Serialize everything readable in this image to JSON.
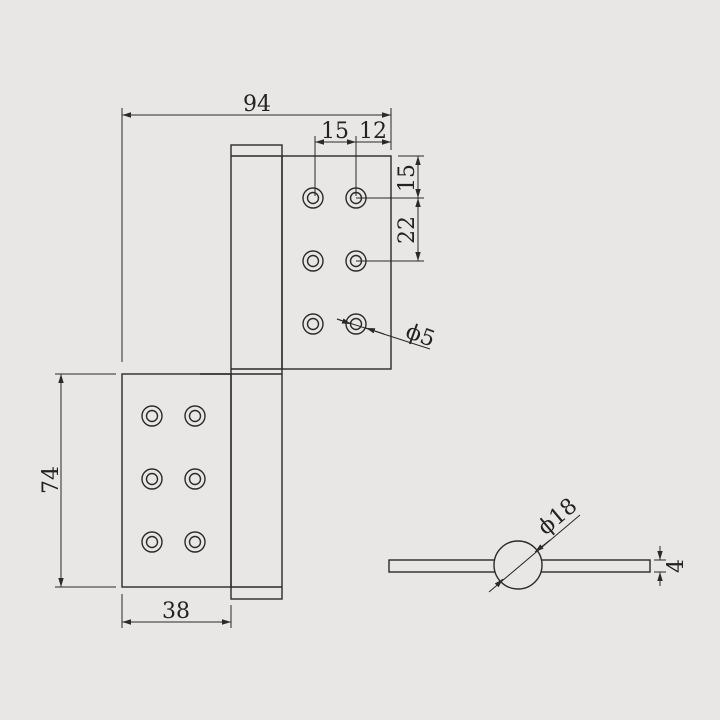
{
  "background": "#e8e7e5",
  "line_color": "#2a2a2a",
  "dimensions": {
    "overall_width": "94",
    "hole_offset_x": "15",
    "hole_edge_x": "12",
    "hole_offset_y": "15",
    "hole_pitch_y": "22",
    "hole_dia": "ϕ5",
    "leaf_height": "74",
    "leaf_width": "38",
    "knuckle_dia": "ϕ18",
    "thickness": "4"
  }
}
